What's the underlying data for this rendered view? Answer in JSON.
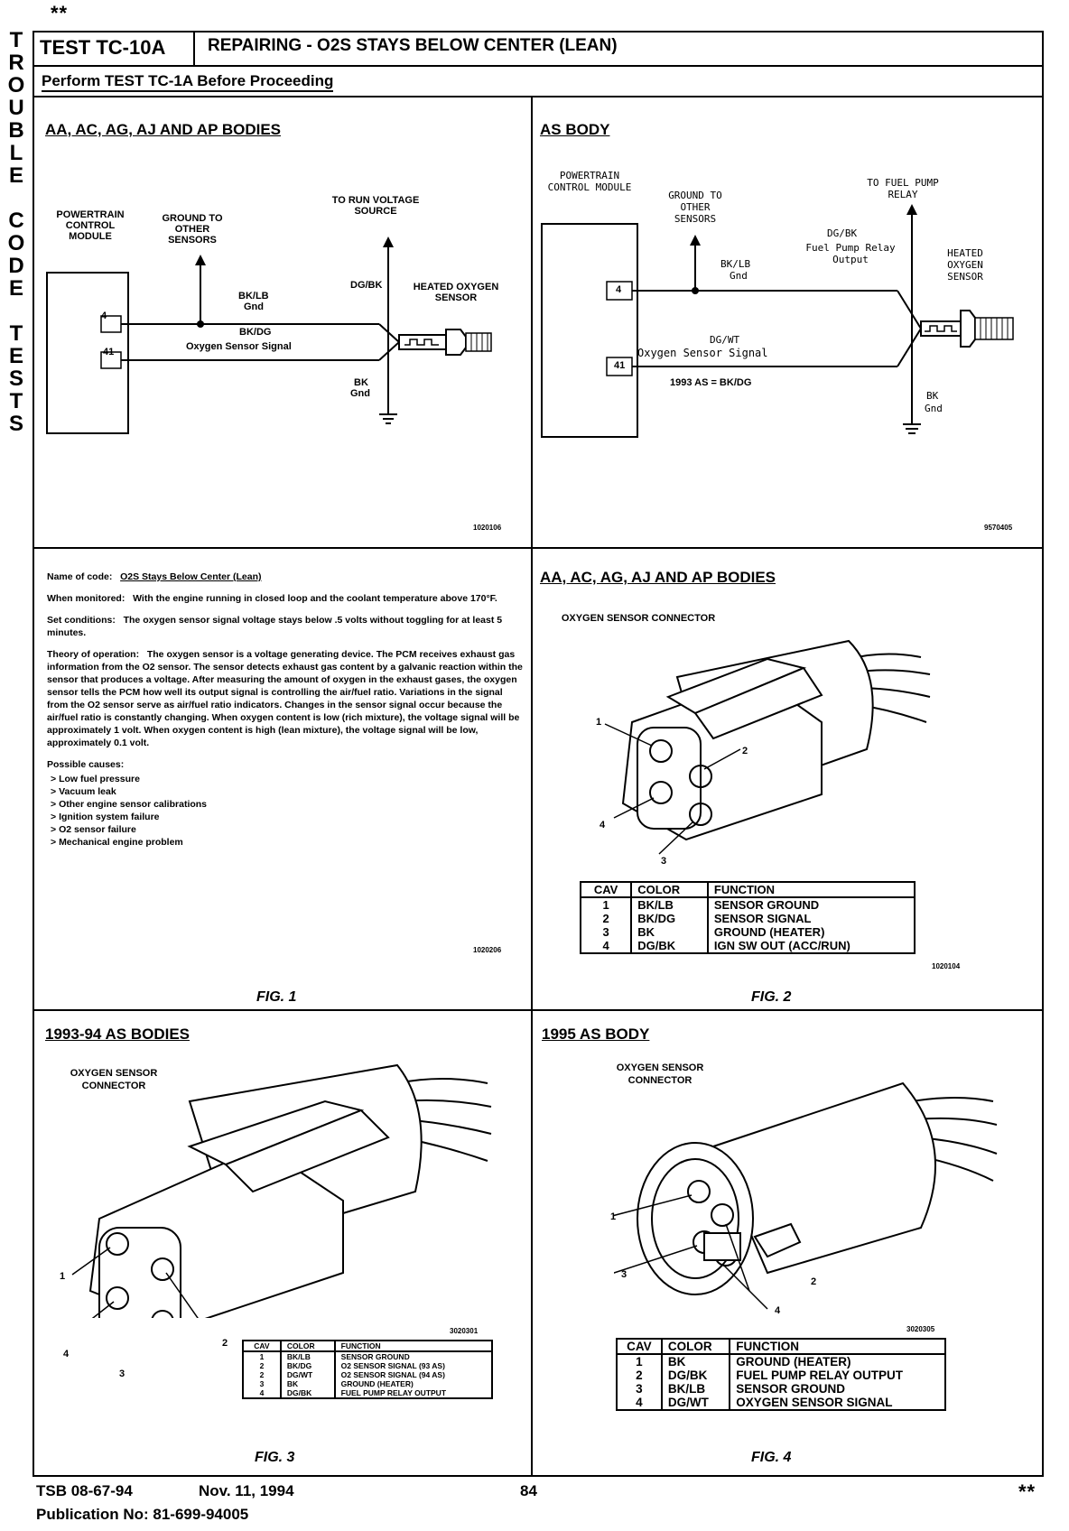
{
  "stars_top": "**",
  "stars_bottom": "**",
  "side_title": [
    "T",
    "R",
    "O",
    "U",
    "B",
    "L",
    "E",
    "",
    "C",
    "O",
    "D",
    "E",
    "",
    "T",
    "E",
    "S",
    "T",
    "S"
  ],
  "header": {
    "test_id": "TEST TC-10A",
    "title": "REPAIRING - O2S STAYS BELOW CENTER (LEAN)",
    "subtitle": "Perform TEST TC-1A Before Proceeding"
  },
  "diagram_left": {
    "title": "AA, AC, AG, AJ AND AP BODIES",
    "pcm": "POWERTRAIN CONTROL MODULE",
    "ground_label": "GROUND TO OTHER SENSORS",
    "run_label": "TO RUN VOLTAGE SOURCE",
    "bklb": "BK/LB",
    "gnd": "Gnd",
    "dgbk": "DG/BK",
    "heated": "HEATED OXYGEN SENSOR",
    "bkdg": "BK/DG",
    "signal": "Oxygen Sensor Signal",
    "bk": "BK",
    "bk_gnd": "Gnd",
    "pin4": "4",
    "pin41": "41",
    "code": "1020106"
  },
  "diagram_right": {
    "title": "AS BODY",
    "pcm": "POWERTRAIN CONTROL MODULE",
    "ground_label": "GROUND TO OTHER SENSORS",
    "fuel_label": "TO FUEL PUMP RELAY",
    "dgbk": "DG/BK",
    "relay": "Fuel Pump Relay Output",
    "bklb": "BK/LB",
    "gnd": "Gnd",
    "heated": "HEATED OXYGEN SENSOR",
    "dgwt": "DG/WT",
    "signal": "Oxygen Sensor Signal",
    "note": "1993 AS = BK/DG",
    "bk": "BK",
    "bk_gnd": "Gnd",
    "pin4": "4",
    "pin41": "41",
    "code": "9570405"
  },
  "fig1": {
    "name_label": "Name of code:",
    "name_value": "O2S Stays Below Center (Lean)",
    "when_label": "When monitored:",
    "when_value": "With the engine running in closed loop and the coolant temperature above 170°F.",
    "set_label": "Set conditions:",
    "set_value": "The oxygen sensor signal voltage stays below .5 volts without toggling for at least 5 minutes.",
    "theory_label": "Theory of operation:",
    "theory_value": "The oxygen sensor is a voltage generating device. The PCM receives exhaust gas information from the O2 sensor. The sensor detects exhaust gas content by a galvanic reaction within the sensor that produces a voltage. After measuring the amount of oxygen in the exhaust gases, the oxygen sensor tells the PCM how well its output signal is controlling the air/fuel ratio. Variations in the signal from the O2 sensor serve as air/fuel ratio indicators. Changes in the sensor signal occur because the air/fuel ratio is constantly changing. When oxygen content is low (rich mixture), the voltage signal will be approximately 1 volt. When oxygen content is high (lean mixture), the voltage signal will be low, approximately 0.1 volt.",
    "causes_label": "Possible causes:",
    "causes": [
      "Low fuel pressure",
      "Vacuum leak",
      "Other engine sensor calibrations",
      "Ignition system failure",
      "O2 sensor failure",
      "Mechanical engine problem"
    ],
    "code": "1020206",
    "caption": "FIG. 1"
  },
  "fig2": {
    "title": "AA, AC, AG, AJ AND AP BODIES",
    "connector": "OXYGEN SENSOR CONNECTOR",
    "callouts": [
      "1",
      "2",
      "3",
      "4"
    ],
    "headers": [
      "CAV",
      "COLOR",
      "FUNCTION"
    ],
    "rows": [
      [
        "1",
        "BK/LB",
        "SENSOR GROUND"
      ],
      [
        "2",
        "BK/DG",
        "SENSOR SIGNAL"
      ],
      [
        "3",
        "BK",
        "GROUND (HEATER)"
      ],
      [
        "4",
        "DG/BK",
        "IGN SW OUT (ACC/RUN)"
      ]
    ],
    "code": "1020104",
    "caption": "FIG. 2"
  },
  "fig3": {
    "title": "1993-94 AS BODIES",
    "connector": "OXYGEN SENSOR CONNECTOR",
    "callouts": [
      "1",
      "2",
      "3",
      "4"
    ],
    "headers": [
      "CAV",
      "COLOR",
      "FUNCTION"
    ],
    "rows": [
      [
        "1",
        "BK/LB",
        "SENSOR GROUND"
      ],
      [
        "2",
        "BK/DG",
        "O2 SENSOR SIGNAL (93 AS)"
      ],
      [
        "2",
        "DG/WT",
        "O2 SENSOR SIGNAL (94 AS)"
      ],
      [
        "3",
        "BK",
        "GROUND (HEATER)"
      ],
      [
        "4",
        "DG/BK",
        "FUEL PUMP RELAY OUTPUT"
      ]
    ],
    "code": "3020301",
    "caption": "FIG. 3"
  },
  "fig4": {
    "title": "1995 AS BODY",
    "connector": "OXYGEN SENSOR CONNECTOR",
    "callouts": [
      "1",
      "2",
      "3",
      "4"
    ],
    "headers": [
      "CAV",
      "COLOR",
      "FUNCTION"
    ],
    "rows": [
      [
        "1",
        "BK",
        "GROUND (HEATER)"
      ],
      [
        "2",
        "DG/BK",
        "FUEL PUMP RELAY OUTPUT"
      ],
      [
        "3",
        "BK/LB",
        "SENSOR GROUND"
      ],
      [
        "4",
        "DG/WT",
        "OXYGEN SENSOR SIGNAL"
      ]
    ],
    "code": "3020305",
    "caption": "FIG. 4"
  },
  "footer": {
    "tsb": "TSB 08-67-94",
    "date": "Nov. 11, 1994",
    "page": "84",
    "publication": "Publication No:  81-699-94005"
  }
}
